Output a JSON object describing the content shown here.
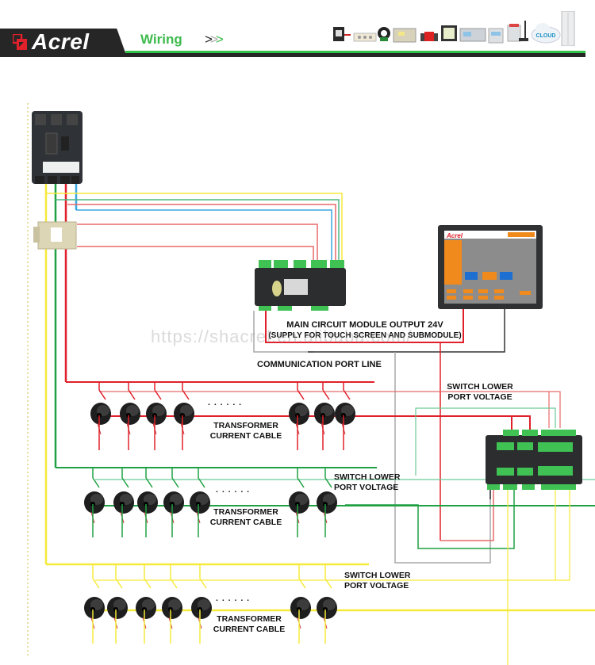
{
  "header": {
    "brand": "Acrel",
    "section_title": "Wiring",
    "chevrons": [
      ">",
      ">",
      ">"
    ],
    "product_icons": [
      "split-core-ct-icon",
      "three-phase-ct-icon",
      "round-ct-icon",
      "meter-module-icon",
      "din-meter-icon",
      "panel-meter-icon",
      "multi-channel-meter-icon",
      "din-rail-meter-icon",
      "wireless-meter-icon",
      "cloud-icon",
      "cabinet-icon"
    ],
    "cloud_label": "CLOUD"
  },
  "colors": {
    "brand_dark": "#262626",
    "brand_green": "#3dbb4b",
    "wire_red": "#e0202a",
    "wire_green": "#1fa143",
    "wire_yellow": "#f5ea3a",
    "wire_blue": "#3aa7e0",
    "wire_gray": "#a9a9a9",
    "wire_black": "#333333"
  },
  "diagram": {
    "labels": {
      "main_output_line1": "MAIN CIRCUIT MODULE OUTPUT 24V",
      "main_output_line2": "(SUPPLY FOR TOUCH SCREEN AND SUBMODULE)",
      "comm_port": "COMMUNICATION PORT LINE",
      "switch_lower_1_line1": "SWITCH LOWER",
      "switch_lower_1_line2": "PORT VOLTAGE",
      "switch_lower_2_line1": "SWITCH LOWER",
      "switch_lower_2_line2": "PORT VOLTAGE",
      "switch_lower_3_line1": "SWITCH LOWER",
      "switch_lower_3_line2": "PORT VOLTAGE",
      "tcc_1_line1": "TRANSFORMER",
      "tcc_1_line2": "CURRENT CABLE",
      "tcc_2_line1": "TRANSFORMER",
      "tcc_2_line2": "CURRENT CABLE",
      "tcc_3_line1": "TRANSFORMER",
      "tcc_3_line2": "CURRENT CABLE",
      "ellipsis": ". . . . . ."
    },
    "touch_screen_brand": "Acrel",
    "watermark": "https://shacrel.en.alibaba.com/",
    "ct_rows": [
      {
        "color": "red",
        "count_left": 4,
        "count_right": 3
      },
      {
        "color": "green",
        "count_left": 5,
        "count_right": 2
      },
      {
        "color": "yellow",
        "count_left": 5,
        "count_right": 2
      }
    ]
  }
}
